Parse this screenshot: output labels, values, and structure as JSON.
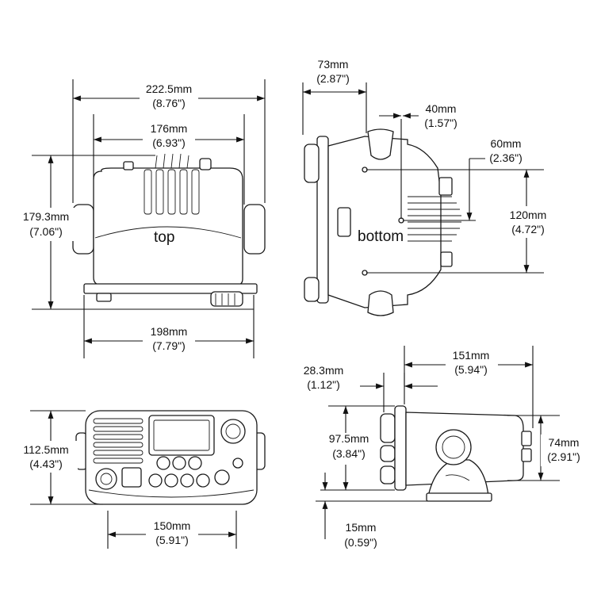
{
  "views": {
    "top": {
      "label": "top",
      "width_overall": {
        "mm": "222.5mm",
        "in": "(8.76\")"
      },
      "width_inner": {
        "mm": "176mm",
        "in": "(6.93\")"
      },
      "height": {
        "mm": "179.3mm",
        "in": "(7.06\")"
      },
      "width_base": {
        "mm": "198mm",
        "in": "(7.79\")"
      }
    },
    "bottom": {
      "label": "bottom",
      "offset_73": {
        "mm": "73mm",
        "in": "(2.87\")"
      },
      "offset_40": {
        "mm": "40mm",
        "in": "(1.57\")"
      },
      "offset_60": {
        "mm": "60mm",
        "in": "(2.36\")"
      },
      "spacing_120": {
        "mm": "120mm",
        "in": "(4.72\")"
      }
    },
    "front": {
      "height": {
        "mm": "112.5mm",
        "in": "(4.43\")"
      },
      "width": {
        "mm": "150mm",
        "in": "(5.91\")"
      }
    },
    "side": {
      "depth_front": {
        "mm": "28.3mm",
        "in": "(1.12\")"
      },
      "depth_body": {
        "mm": "151mm",
        "in": "(5.94\")"
      },
      "height_front": {
        "mm": "97.5mm",
        "in": "(3.84\")"
      },
      "height_body": {
        "mm": "74mm",
        "in": "(2.91\")"
      },
      "base": {
        "mm": "15mm",
        "in": "(0.59\")"
      }
    }
  },
  "colors": {
    "ink": "#111111",
    "paper": "#ffffff"
  }
}
